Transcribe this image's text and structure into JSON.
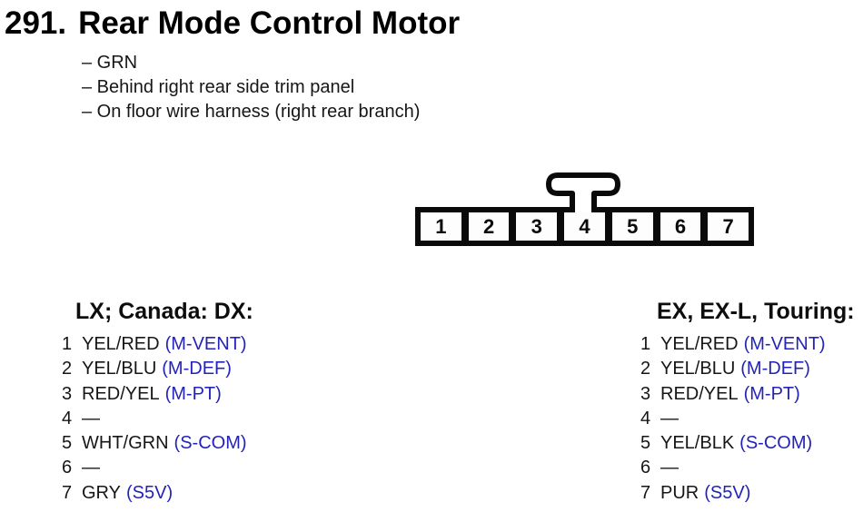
{
  "page": {
    "title_number": "291.",
    "title": "Rear Mode Control Motor",
    "notes": [
      "– GRN",
      "– Behind right rear side trim panel",
      "– On floor wire harness (right rear branch)"
    ]
  },
  "connector": {
    "pins": [
      "1",
      "2",
      "3",
      "4",
      "5",
      "6",
      "7"
    ]
  },
  "columns": [
    {
      "header": "LX; Canada: DX:",
      "rows": [
        {
          "pin": "1",
          "wire": "YEL/RED",
          "signal": "(M-VENT)"
        },
        {
          "pin": "2",
          "wire": "YEL/BLU",
          "signal": "(M-DEF)"
        },
        {
          "pin": "3",
          "wire": "RED/YEL",
          "signal": "(M-PT)"
        },
        {
          "pin": "4",
          "wire": "—",
          "signal": ""
        },
        {
          "pin": "5",
          "wire": "WHT/GRN",
          "signal": "(S-COM)"
        },
        {
          "pin": "6",
          "wire": "—",
          "signal": ""
        },
        {
          "pin": "7",
          "wire": "GRY",
          "signal": "(S5V)"
        }
      ]
    },
    {
      "header": "EX, EX-L, Touring:",
      "rows": [
        {
          "pin": "1",
          "wire": "YEL/RED",
          "signal": "(M-VENT)"
        },
        {
          "pin": "2",
          "wire": "YEL/BLU",
          "signal": "(M-DEF)"
        },
        {
          "pin": "3",
          "wire": "RED/YEL",
          "signal": "(M-PT)"
        },
        {
          "pin": "4",
          "wire": "—",
          "signal": ""
        },
        {
          "pin": "5",
          "wire": "YEL/BLK",
          "signal": "(S-COM)"
        },
        {
          "pin": "6",
          "wire": "—",
          "signal": ""
        },
        {
          "pin": "7",
          "wire": "PUR",
          "signal": "(S5V)"
        }
      ]
    }
  ],
  "colors": {
    "signal_blue": "#2323b8",
    "ink": "#141414"
  }
}
